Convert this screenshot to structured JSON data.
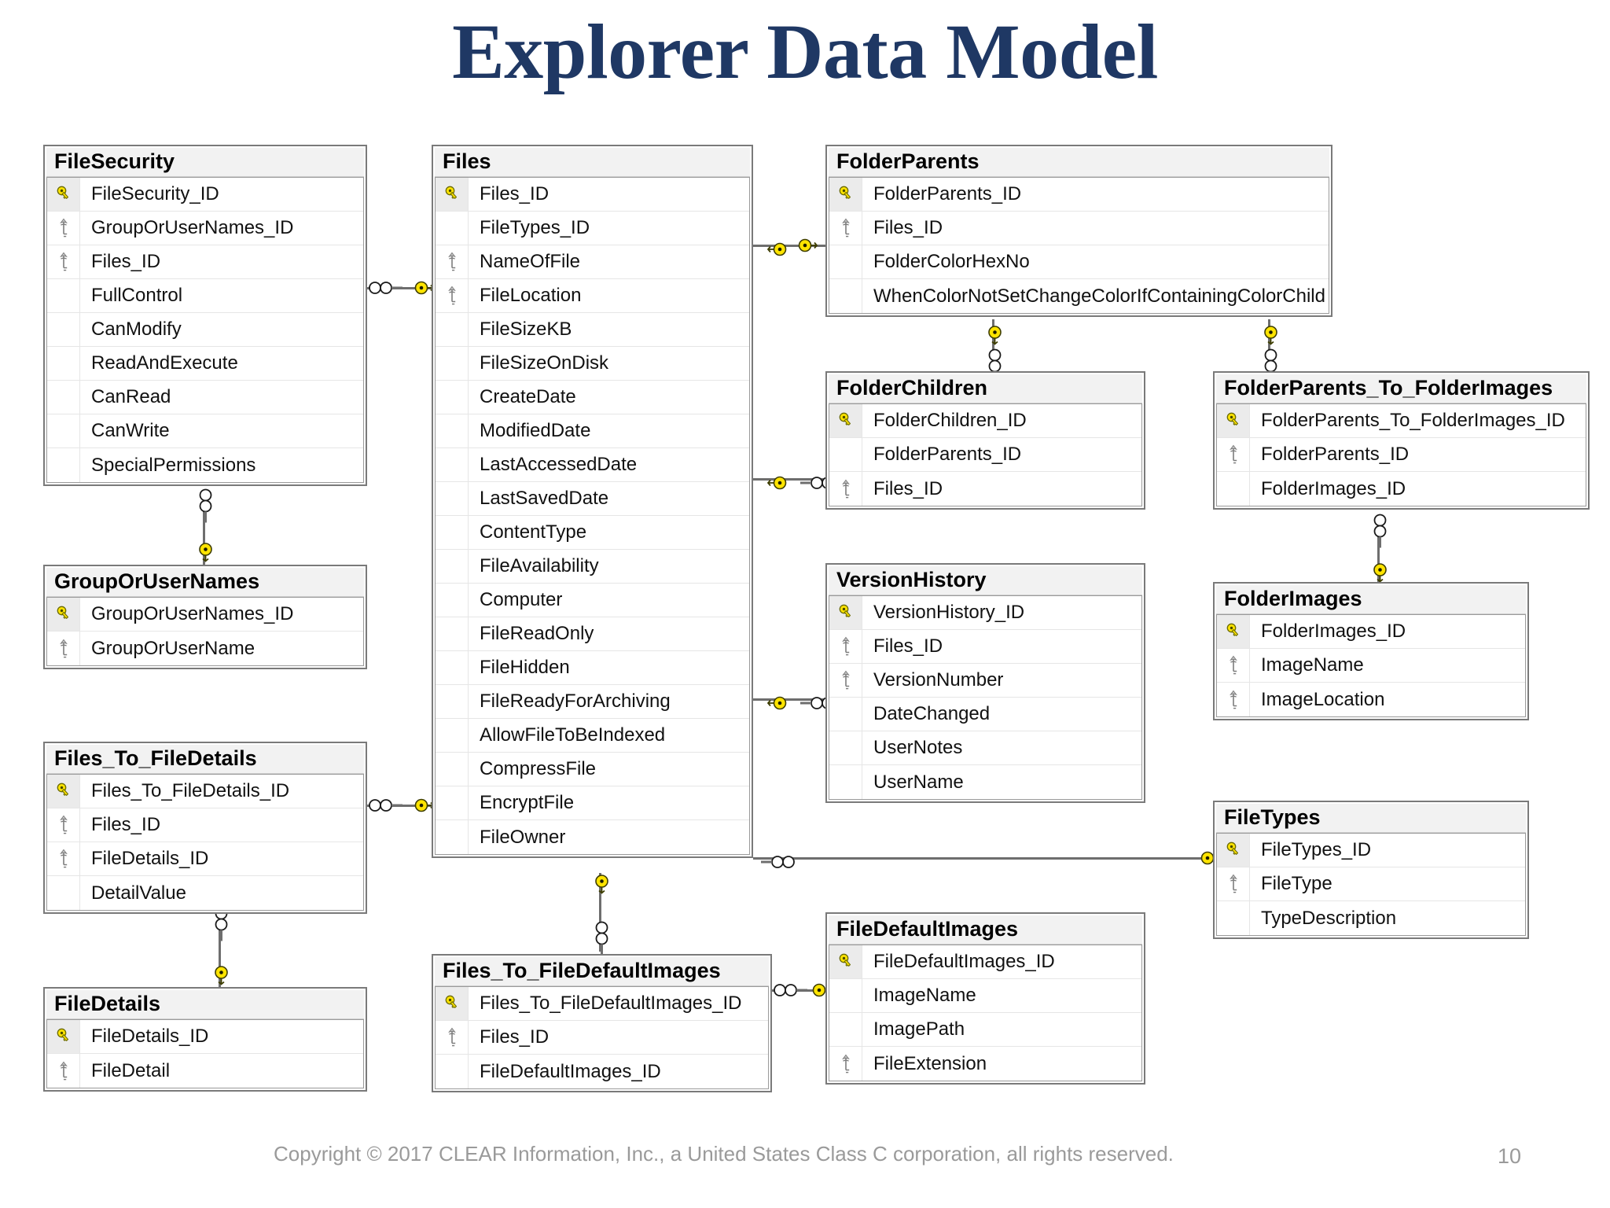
{
  "slide": {
    "title": "Explorer Data Model",
    "footer": "Copyright © 2017 CLEAR Information, Inc., a United States Class C corporation, all rights reserved.",
    "page_number": "10",
    "title_color": "#1F3864",
    "footer_color": "#9a9a9a",
    "key_color": "#FFE400",
    "header_bg": "#f2f2f2",
    "border_color": "#7a7a7a"
  },
  "icons": {
    "primary_key": "key-icon",
    "indexed": "index-arrow-icon",
    "crowsfoot": "crows-foot-icon",
    "one_marker": "one-marker-icon"
  },
  "tables": [
    {
      "name": "FileSecurity",
      "fields": [
        {
          "name": "FileSecurity_ID",
          "marker": "pk"
        },
        {
          "name": "GroupOrUserNames_ID",
          "marker": "idx"
        },
        {
          "name": "Files_ID",
          "marker": "idx"
        },
        {
          "name": "FullControl",
          "marker": "none"
        },
        {
          "name": "CanModify",
          "marker": "none"
        },
        {
          "name": "ReadAndExecute",
          "marker": "none"
        },
        {
          "name": "CanRead",
          "marker": "none"
        },
        {
          "name": "CanWrite",
          "marker": "none"
        },
        {
          "name": "SpecialPermissions",
          "marker": "none"
        }
      ]
    },
    {
      "name": "GroupOrUserNames",
      "fields": [
        {
          "name": "GroupOrUserNames_ID",
          "marker": "pk"
        },
        {
          "name": "GroupOrUserName",
          "marker": "idx"
        }
      ]
    },
    {
      "name": "Files_To_FileDetails",
      "fields": [
        {
          "name": "Files_To_FileDetails_ID",
          "marker": "pk"
        },
        {
          "name": "Files_ID",
          "marker": "idx"
        },
        {
          "name": "FileDetails_ID",
          "marker": "idx"
        },
        {
          "name": "DetailValue",
          "marker": "none"
        }
      ]
    },
    {
      "name": "FileDetails",
      "fields": [
        {
          "name": "FileDetails_ID",
          "marker": "pk"
        },
        {
          "name": "FileDetail",
          "marker": "idx"
        }
      ]
    },
    {
      "name": "Files",
      "fields": [
        {
          "name": "Files_ID",
          "marker": "pk"
        },
        {
          "name": "FileTypes_ID",
          "marker": "none"
        },
        {
          "name": "NameOfFile",
          "marker": "idx"
        },
        {
          "name": "FileLocation",
          "marker": "idx"
        },
        {
          "name": "FileSizeKB",
          "marker": "none"
        },
        {
          "name": "FileSizeOnDisk",
          "marker": "none"
        },
        {
          "name": "CreateDate",
          "marker": "none"
        },
        {
          "name": "ModifiedDate",
          "marker": "none"
        },
        {
          "name": "LastAccessedDate",
          "marker": "none"
        },
        {
          "name": "LastSavedDate",
          "marker": "none"
        },
        {
          "name": "ContentType",
          "marker": "none"
        },
        {
          "name": "FileAvailability",
          "marker": "none"
        },
        {
          "name": "Computer",
          "marker": "none"
        },
        {
          "name": "FileReadOnly",
          "marker": "none"
        },
        {
          "name": "FileHidden",
          "marker": "none"
        },
        {
          "name": "FileReadyForArchiving",
          "marker": "none"
        },
        {
          "name": "AllowFileToBeIndexed",
          "marker": "none"
        },
        {
          "name": "CompressFile",
          "marker": "none"
        },
        {
          "name": "EncryptFile",
          "marker": "none"
        },
        {
          "name": "FileOwner",
          "marker": "none"
        }
      ]
    },
    {
      "name": "Files_To_FileDefaultImages",
      "fields": [
        {
          "name": "Files_To_FileDefaultImages_ID",
          "marker": "pk"
        },
        {
          "name": "Files_ID",
          "marker": "idx"
        },
        {
          "name": "FileDefaultImages_ID",
          "marker": "none"
        }
      ]
    },
    {
      "name": "FolderParents",
      "fields": [
        {
          "name": "FolderParents_ID",
          "marker": "pk"
        },
        {
          "name": "Files_ID",
          "marker": "idx"
        },
        {
          "name": "FolderColorHexNo",
          "marker": "none"
        },
        {
          "name": "WhenColorNotSetChangeColorIfContainingColorChild",
          "marker": "none"
        }
      ]
    },
    {
      "name": "FolderChildren",
      "fields": [
        {
          "name": "FolderChildren_ID",
          "marker": "pk"
        },
        {
          "name": "FolderParents_ID",
          "marker": "none"
        },
        {
          "name": "Files_ID",
          "marker": "idx"
        }
      ]
    },
    {
      "name": "VersionHistory",
      "fields": [
        {
          "name": "VersionHistory_ID",
          "marker": "pk"
        },
        {
          "name": "Files_ID",
          "marker": "idx"
        },
        {
          "name": "VersionNumber",
          "marker": "idx"
        },
        {
          "name": "DateChanged",
          "marker": "none"
        },
        {
          "name": "UserNotes",
          "marker": "none"
        },
        {
          "name": "UserName",
          "marker": "none"
        }
      ]
    },
    {
      "name": "FileDefaultImages",
      "fields": [
        {
          "name": "FileDefaultImages_ID",
          "marker": "pk"
        },
        {
          "name": "ImageName",
          "marker": "none"
        },
        {
          "name": "ImagePath",
          "marker": "none"
        },
        {
          "name": "FileExtension",
          "marker": "idx"
        }
      ]
    },
    {
      "name": "FolderParents_To_FolderImages",
      "fields": [
        {
          "name": "FolderParents_To_FolderImages_ID",
          "marker": "pk"
        },
        {
          "name": "FolderParents_ID",
          "marker": "idx"
        },
        {
          "name": "FolderImages_ID",
          "marker": "none"
        }
      ]
    },
    {
      "name": "FolderImages",
      "fields": [
        {
          "name": "FolderImages_ID",
          "marker": "pk"
        },
        {
          "name": "ImageName",
          "marker": "idx"
        },
        {
          "name": "ImageLocation",
          "marker": "idx"
        }
      ]
    },
    {
      "name": "FileTypes",
      "fields": [
        {
          "name": "FileTypes_ID",
          "marker": "pk"
        },
        {
          "name": "FileType",
          "marker": "idx"
        },
        {
          "name": "TypeDescription",
          "marker": "none"
        }
      ]
    }
  ],
  "relationships": [
    {
      "from": "FileSecurity",
      "to": "Files",
      "from_card": "many",
      "to_card": "one"
    },
    {
      "from": "FileSecurity",
      "to": "GroupOrUserNames",
      "from_card": "many",
      "to_card": "one"
    },
    {
      "from": "Files_To_FileDetails",
      "to": "Files",
      "from_card": "many",
      "to_card": "one"
    },
    {
      "from": "Files_To_FileDetails",
      "to": "FileDetails",
      "from_card": "many",
      "to_card": "one"
    },
    {
      "from": "Files",
      "to": "FolderParents",
      "from_card": "one",
      "to_card": "one"
    },
    {
      "from": "Files",
      "to": "FolderChildren",
      "from_card": "one",
      "to_card": "many"
    },
    {
      "from": "Files",
      "to": "VersionHistory",
      "from_card": "one",
      "to_card": "many"
    },
    {
      "from": "Files",
      "to": "FileTypes",
      "from_card": "many",
      "to_card": "one"
    },
    {
      "from": "Files",
      "to": "Files_To_FileDefaultImages",
      "from_card": "one",
      "to_card": "many"
    },
    {
      "from": "Files_To_FileDefaultImages",
      "to": "FileDefaultImages",
      "from_card": "many",
      "to_card": "one"
    },
    {
      "from": "FolderParents",
      "to": "FolderChildren",
      "from_card": "one",
      "to_card": "many"
    },
    {
      "from": "FolderParents",
      "to": "FolderParents_To_FolderImages",
      "from_card": "one",
      "to_card": "many"
    },
    {
      "from": "FolderParents_To_FolderImages",
      "to": "FolderImages",
      "from_card": "many",
      "to_card": "one"
    }
  ]
}
